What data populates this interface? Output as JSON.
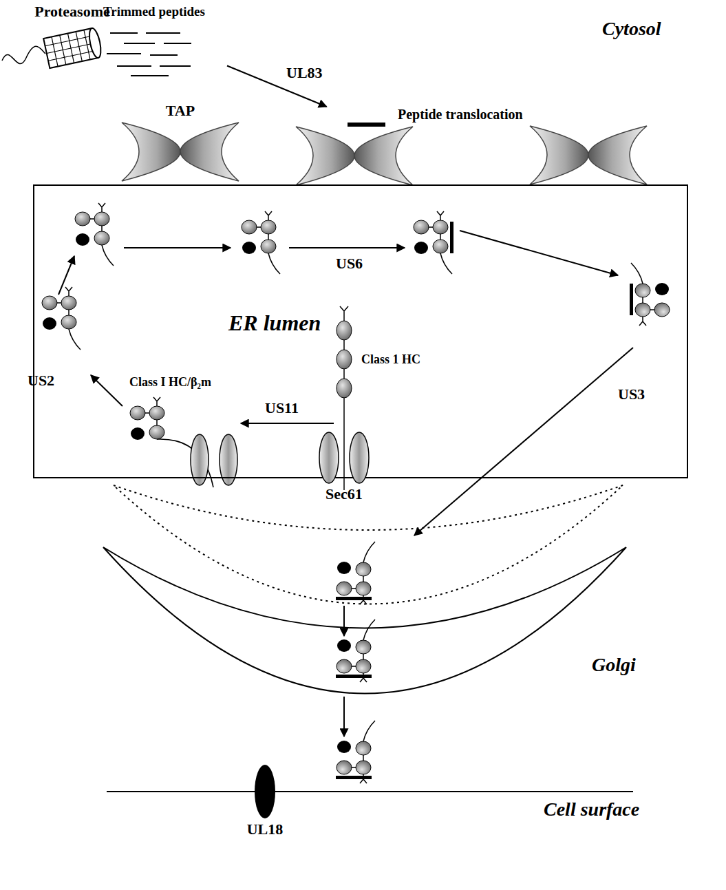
{
  "diagram": {
    "nodes": [
      {
        "text": [
          "Proteasome"
        ]
      },
      {
        "text": [
          "Trimmed peptides"
        ]
      },
      {
        "text": [
          "TAP"
        ]
      },
      {
        "text": [
          "Peptide translocation"
        ]
      },
      {
        "text": [
          "ER lumen"
        ]
      },
      {
        "text": [
          "Sec61"
        ]
      },
      {
        "text": [
          "Golgi"
        ]
      },
      {
        "text": [
          "UL18"
        ]
      }
    ],
    "edges": [
      {
        "from": 1,
        "to": 3,
        "label": "UL83",
        "arrow": "to"
      }
    ],
    "labels": [
      "Cytosol",
      "US6",
      "US2",
      "Class I HC/β₂m",
      "US11",
      "Class 1 HC",
      "US3",
      "Cell surface"
    ]
  }
}
